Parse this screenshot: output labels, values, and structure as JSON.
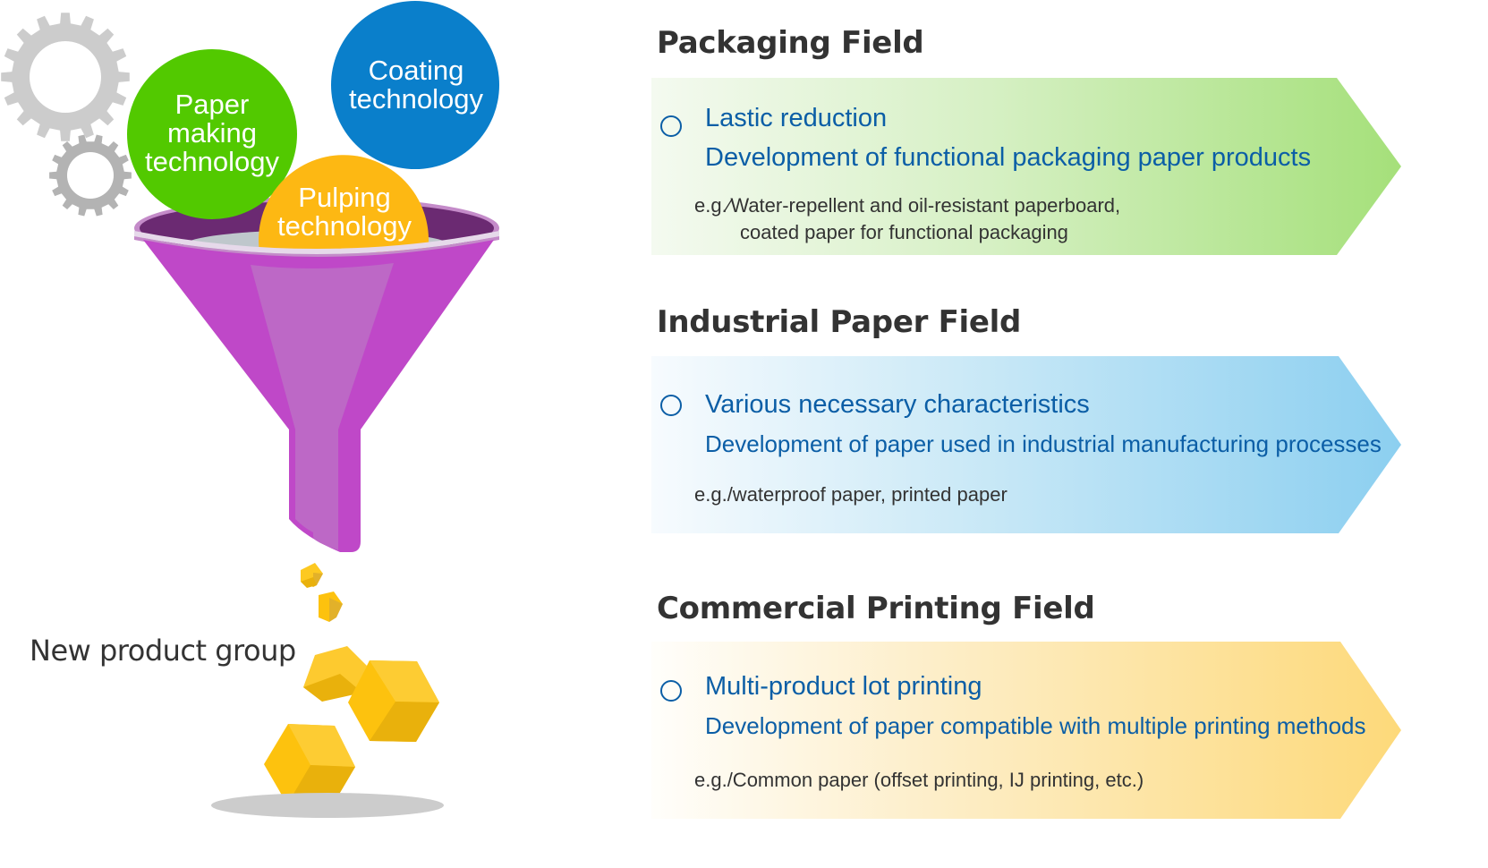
{
  "illustration": {
    "bubbles": [
      {
        "lines": [
          "Paper",
          "making",
          "technology"
        ],
        "color": "#52c900"
      },
      {
        "lines": [
          "Coating",
          "technology"
        ],
        "color": "#0a7fcb"
      },
      {
        "lines": [
          "Pulping",
          "technology"
        ],
        "color": "#fdb813"
      }
    ],
    "funnel_color": "#bf48c8",
    "output_label": "New product group",
    "cube_color": "#fdc20e"
  },
  "fields": [
    {
      "title": "Packaging Field",
      "heading": "Lastic reduction",
      "subheading": "Development of functional packaging paper products",
      "example_lines": [
        "e.g.∕Water-repellent and oil-resistant paperboard,",
        "coated paper for functional packaging"
      ],
      "gradient_start": "#f4faf0",
      "gradient_end": "#a8e27f"
    },
    {
      "title": "Industrial Paper Field",
      "heading": "Various necessary characteristics",
      "subheading": "Development of paper used in industrial manufacturing processes",
      "example_lines": [
        "e.g./waterproof paper, printed paper"
      ],
      "gradient_start": "#f5fafd",
      "gradient_end": "#92d2f0"
    },
    {
      "title": "Commercial Printing Field",
      "heading": "Multi-product lot printing",
      "subheading": "Development of paper compatible with multiple printing methods",
      "example_lines": [
        "e.g./Common paper (offset printing, IJ printing, etc.)"
      ],
      "gradient_start": "#fffdf8",
      "gradient_end": "#fdd97e"
    }
  ]
}
